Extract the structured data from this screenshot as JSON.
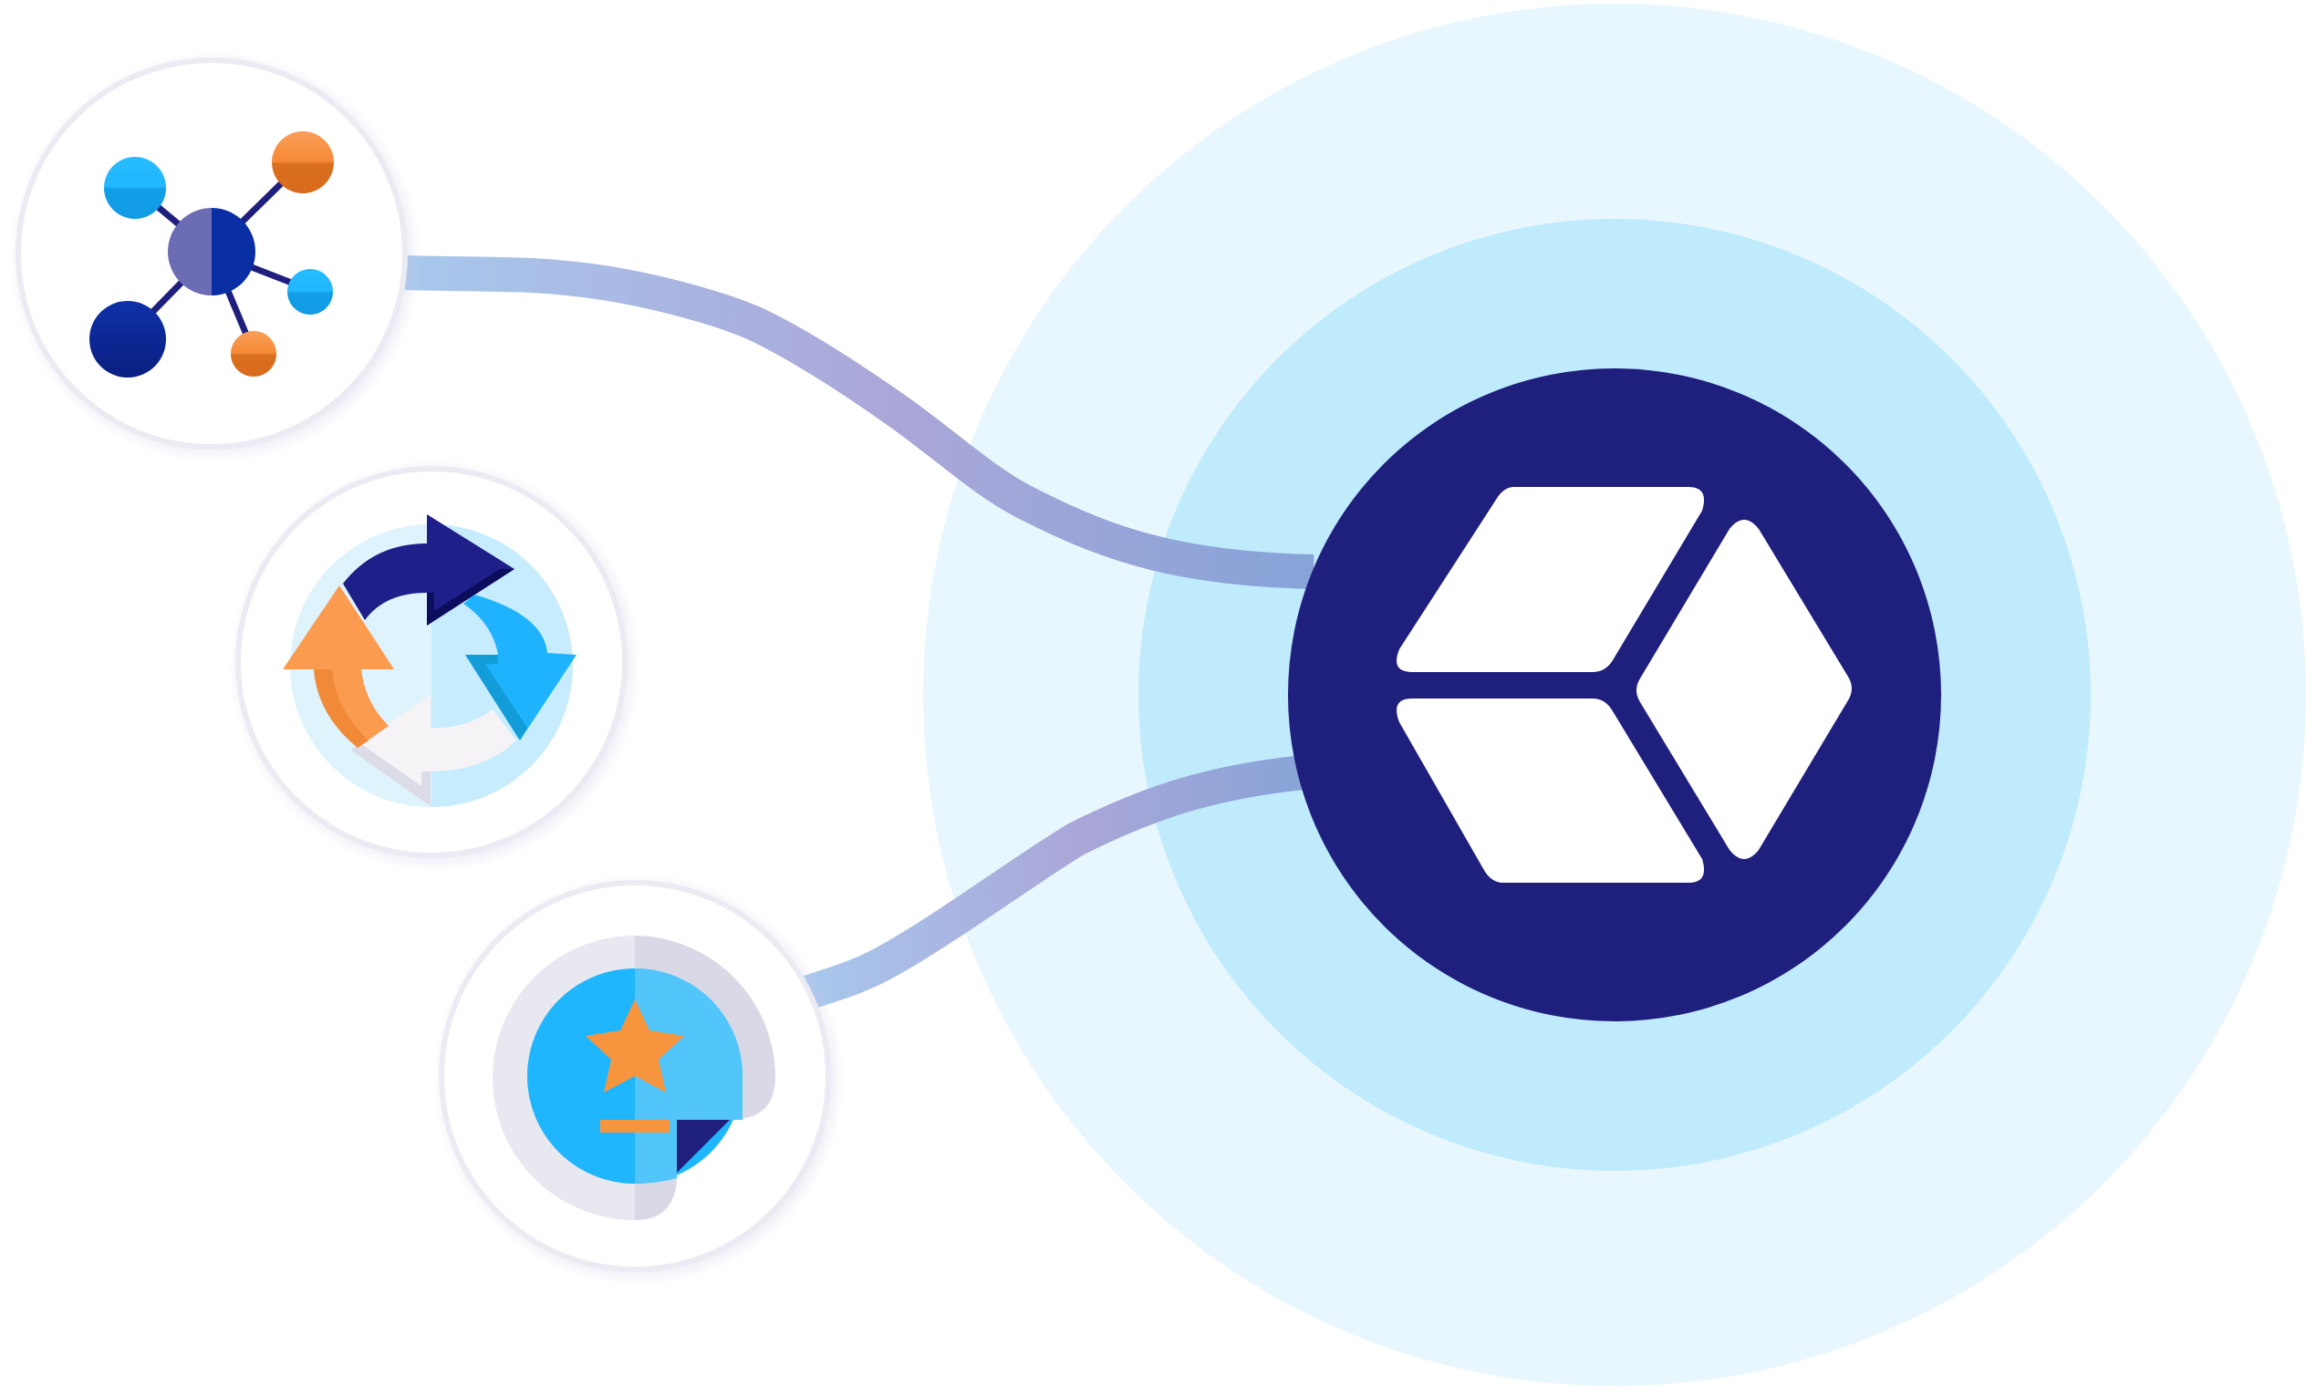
{
  "diagram": {
    "hub": {
      "icon": "cube-logo-icon",
      "colors": {
        "outer_halo": "#e8f7fe",
        "inner_halo": "#c0ebfd",
        "core": "#1f1f7e",
        "glyph": "#ffffff"
      }
    },
    "sources": [
      {
        "id": "network",
        "icon": "network-nodes-icon"
      },
      {
        "id": "sync",
        "icon": "sync-arrows-icon"
      },
      {
        "id": "award",
        "icon": "star-award-icon"
      }
    ],
    "connectors": {
      "count": 3,
      "colors": {
        "start": "#a8c8ec",
        "middle": "#aaa6d8",
        "end": "#86a4d8"
      }
    },
    "palette": {
      "navy": "#1f1f7e",
      "blue": "#1fb6fd",
      "light_blue": "#52c6fa",
      "orange": "#f7953f",
      "purple": "#6c6cb4",
      "pale_grey": "#e8e8f0"
    }
  }
}
